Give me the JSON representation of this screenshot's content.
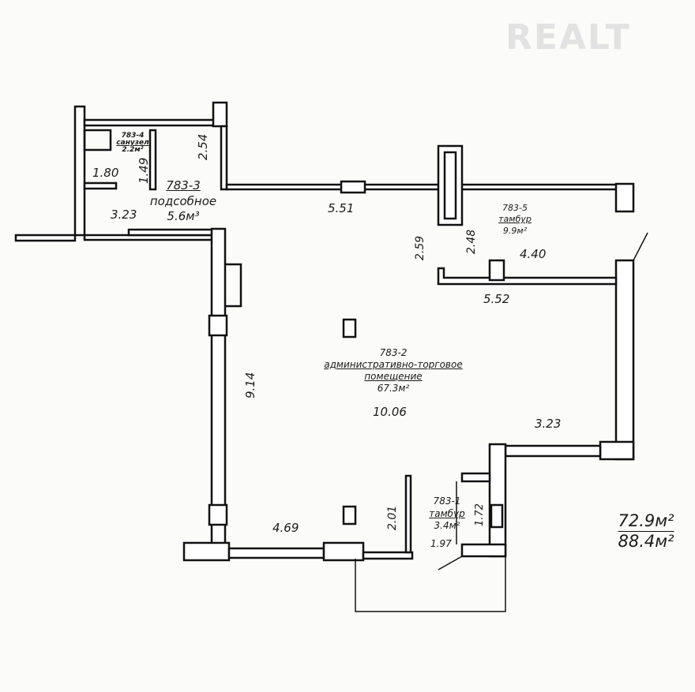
{
  "watermark": "REALT",
  "rooms": [
    {
      "id": "783-4",
      "name": "санузел",
      "area": "2.2м²"
    },
    {
      "id": "783-3",
      "name": "подсобное",
      "area": "5.6м³"
    },
    {
      "id": "783-5",
      "name": "тамбур",
      "area": "9.9м²"
    },
    {
      "id": "783-2",
      "name": "административно-торговое помещение",
      "area": "67.3м²"
    },
    {
      "id": "783-1",
      "name": "тамбур",
      "area": "3.4м²"
    }
  ],
  "dimensions": [
    "1.80",
    "1.49",
    "2.54",
    "3.23",
    "5.51",
    "2.59",
    "2.48",
    "4.40",
    "5.52",
    "9.14",
    "10.06",
    "3.23",
    "4.69",
    "2.01",
    "1.72",
    "1.97"
  ],
  "totals": {
    "area_main": "72.9м²",
    "area_total": "88.4м²"
  }
}
